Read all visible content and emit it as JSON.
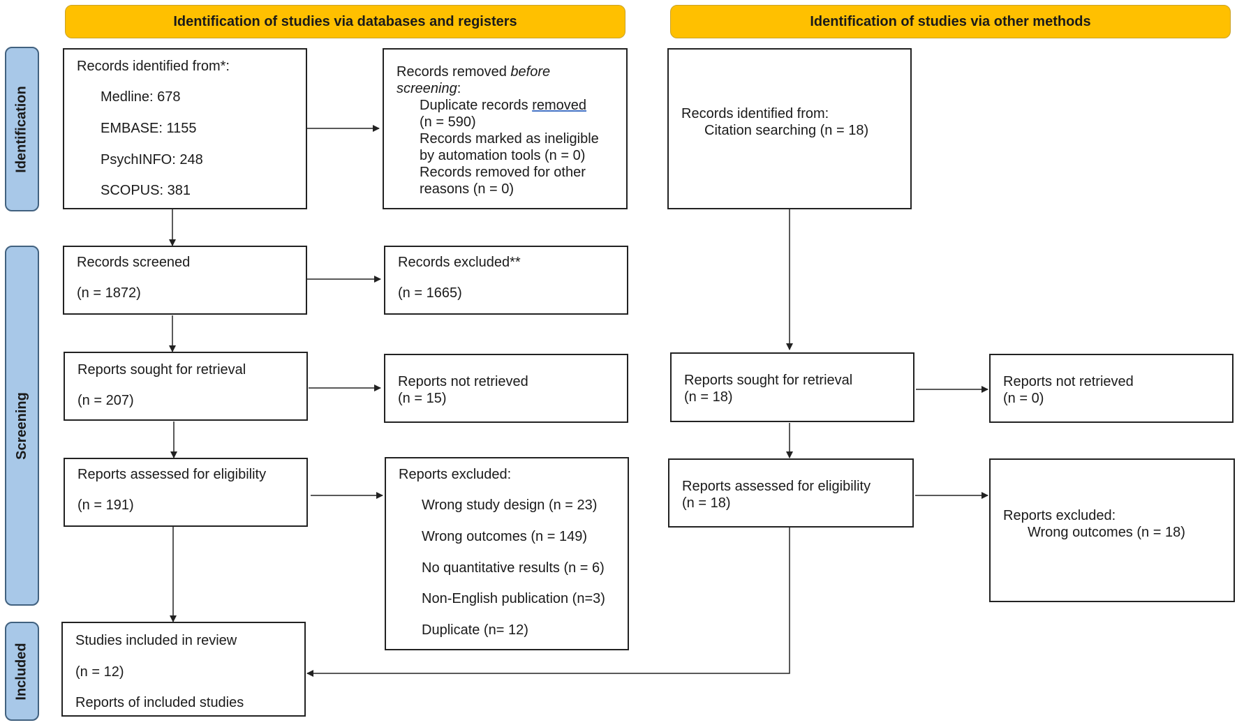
{
  "headers": {
    "left": "Identification of studies via databases and registers",
    "right": "Identification of studies via other methods"
  },
  "phases": {
    "identification": "Identification",
    "screening": "Screening",
    "included": "Included"
  },
  "db": {
    "identified": {
      "title": "Records identified from*:",
      "lines": [
        "Medline: 678",
        "EMBASE: 1155",
        "PsychINFO:  248",
        "SCOPUS: 381"
      ]
    },
    "removed": {
      "title_a": "Records removed ",
      "title_b": "before",
      "title_c": "screening",
      "line1a": "Duplicate records ",
      "line1b": "removed",
      "line2": "(n = 590)",
      "line3": "Records marked as ineligible",
      "line4": "by automation tools (n = 0)",
      "line5": "Records removed for other",
      "line6": "reasons (n = 0)"
    },
    "screened": {
      "title": "Records screened",
      "n": "(n = 1872)"
    },
    "excluded": {
      "title": "Records excluded**",
      "n": "(n = 1665)"
    },
    "sought": {
      "title": "Reports sought for retrieval",
      "n": "(n = 207)"
    },
    "not_retrieved": {
      "title": "Reports not retrieved",
      "n": "(n = 15)"
    },
    "assessed": {
      "title": "Reports assessed for eligibility",
      "n": "(n = 191)"
    },
    "reports_excluded": {
      "title": "Reports excluded:",
      "lines": [
        "Wrong study design (n = 23)",
        "Wrong outcomes (n = 149)",
        "No quantitative results (n = 6)",
        "Non-English publication (n=3)",
        "Duplicate (n= 12)"
      ]
    },
    "included": {
      "title": "Studies included in review",
      "n": "(n = 12)",
      "reports": "Reports of included studies"
    }
  },
  "other": {
    "identified": {
      "title": "Records identified from:",
      "line": "Citation searching (n = 18)"
    },
    "sought": {
      "title": "Reports sought for retrieval",
      "n": "(n = 18)"
    },
    "not_retrieved": {
      "title": "Reports not retrieved",
      "n": "(n = 0)"
    },
    "assessed": {
      "title": "Reports assessed for eligibility",
      "n": "(n = 18)"
    },
    "excluded": {
      "title": "Reports excluded:",
      "line": "Wrong outcomes (n = 18)"
    }
  },
  "colors": {
    "header_fill": "#FFC000",
    "phase_fill": "#A8C8E8",
    "phase_border": "#41617F",
    "line": "#222222"
  }
}
